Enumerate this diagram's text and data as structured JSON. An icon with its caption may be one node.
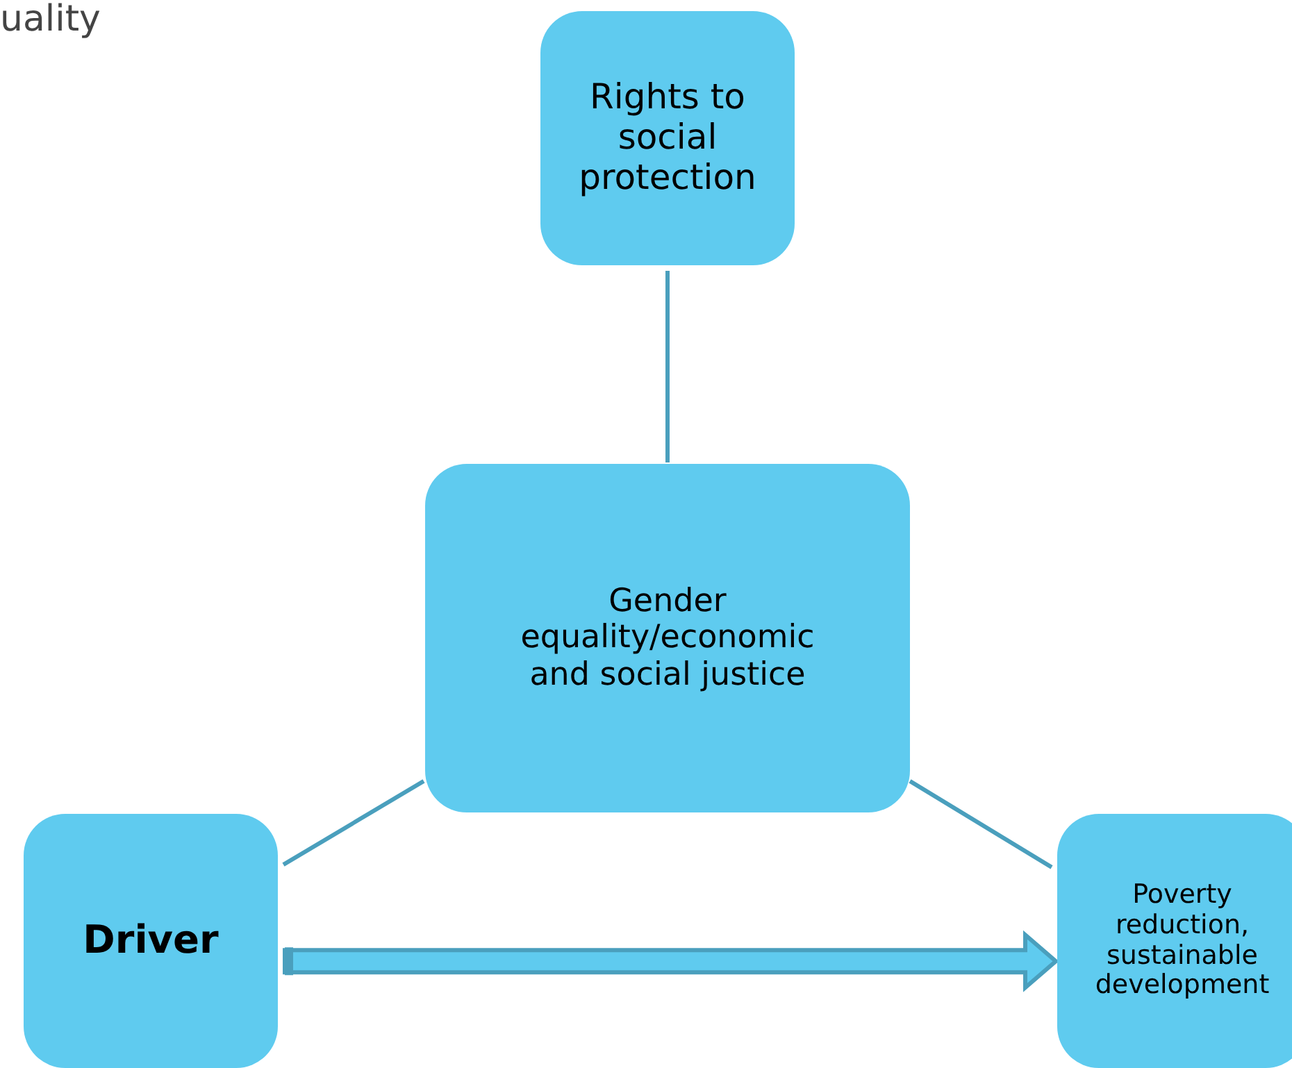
{
  "diagram": {
    "nodes": [
      {
        "text": [
          "Rights to social protection"
        ]
      },
      {
        "text": [
          "Gender equality/economic and social justice"
        ]
      },
      {
        "text": [
          "Driver"
        ]
      },
      {
        "text": [
          "Poverty reduction, sustainable development"
        ]
      }
    ],
    "edges": [
      {
        "from": 0,
        "to": 1,
        "arrow": "none"
      },
      {
        "from": 1,
        "to": 2,
        "arrow": "none"
      },
      {
        "from": 1,
        "to": 3,
        "arrow": "none"
      },
      {
        "from": 2,
        "to": 3,
        "arrow": "to",
        "style": "thick"
      }
    ],
    "labels": [
      "uality"
    ]
  }
}
